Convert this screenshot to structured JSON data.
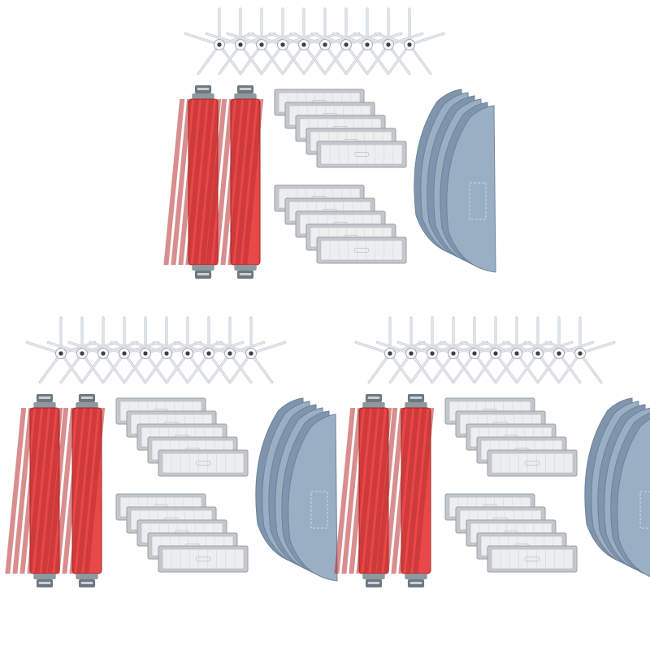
{
  "image": {
    "kits": [
      {
        "id": "kit-top"
      },
      {
        "id": "kit-bottom-left"
      },
      {
        "id": "kit-bottom-right"
      }
    ],
    "kit_contents": {
      "side_brushes": 10,
      "main_rollers": 2,
      "filters": 10,
      "mop_pads": 6
    },
    "colors": {
      "background": "#ffffff",
      "roller_red": "#e84848",
      "roller_red_dark": "#b92f2f",
      "roller_cap": "#6f7880",
      "roller_cap_light": "#c9d0d6",
      "brush_bristle": "#e6eaee",
      "brush_hub": "#f7f7f7",
      "filter_frame": "#c4c8cc",
      "filter_mesh": "#eceeef",
      "filter_stroke": "#9aa0a6",
      "mop_face": "#9aaec4",
      "mop_face_dark": "#7f95ad",
      "mop_stroke": "#6e8299"
    }
  }
}
